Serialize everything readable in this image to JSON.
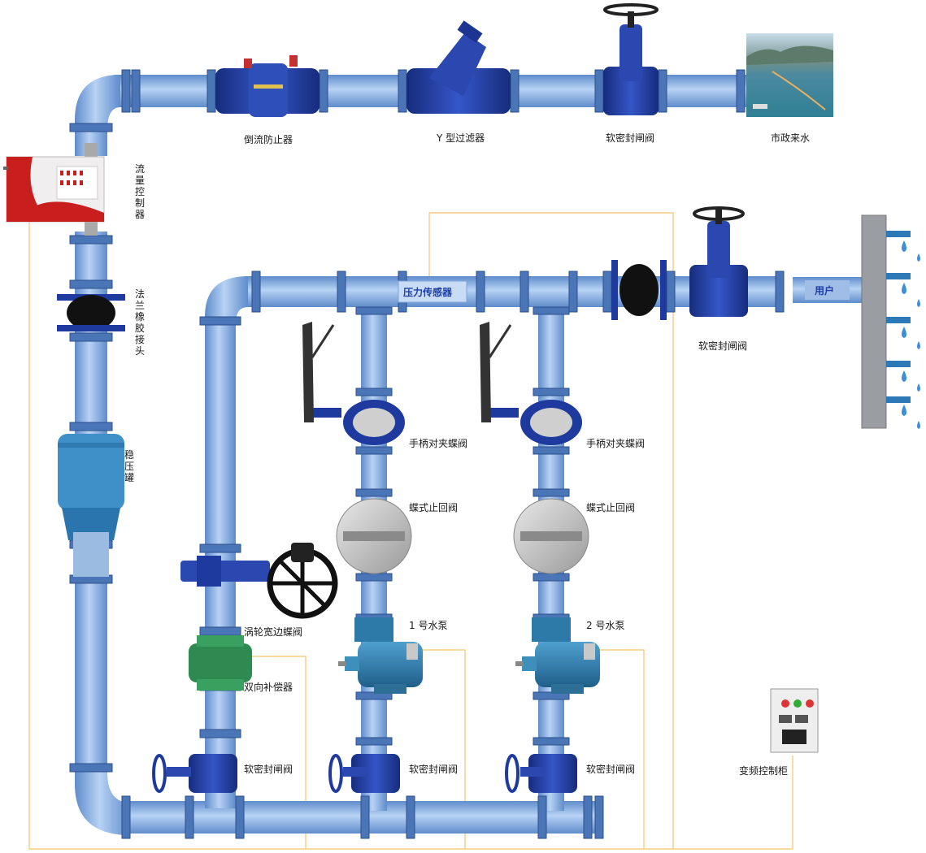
{
  "labels": {
    "backflow_preventer": "倒流防止器",
    "y_filter": "Y 型过滤器",
    "gate_valve_top": "软密封闸阀",
    "municipal_water": "市政来水",
    "flow_controller": "流量控制器",
    "flange_rubber_joint": "法兰橡胶接头",
    "surge_tank": "稳压罐",
    "pressure_sensor": "压力传感器",
    "user": "用户",
    "gate_valve_outlet": "软密封闸阀",
    "butterfly_valve_1": "手柄对夹蝶阀",
    "butterfly_valve_2": "手柄对夹蝶阀",
    "check_valve_1": "蝶式止回阀",
    "check_valve_2": "蝶式止回阀",
    "worm_gear_valve": "涡轮宽边蝶阀",
    "pump_1": "1 号水泵",
    "pump_2": "2 号水泵",
    "compensator": "双向补偿器",
    "gate_valve_bottom_1": "软密封闸阀",
    "gate_valve_bottom_2": "软密封闸阀",
    "gate_valve_bottom_3": "软密封闸阀",
    "vfd_cabinet": "变频控制柜"
  },
  "colors": {
    "pipe": "#8fb6e8",
    "pipe_dark": "#5d86c4",
    "valve": "#1f3a9e",
    "control_line": "#f2c46b",
    "pump": "#2d79a8",
    "compensator": "#2e8a4f"
  }
}
